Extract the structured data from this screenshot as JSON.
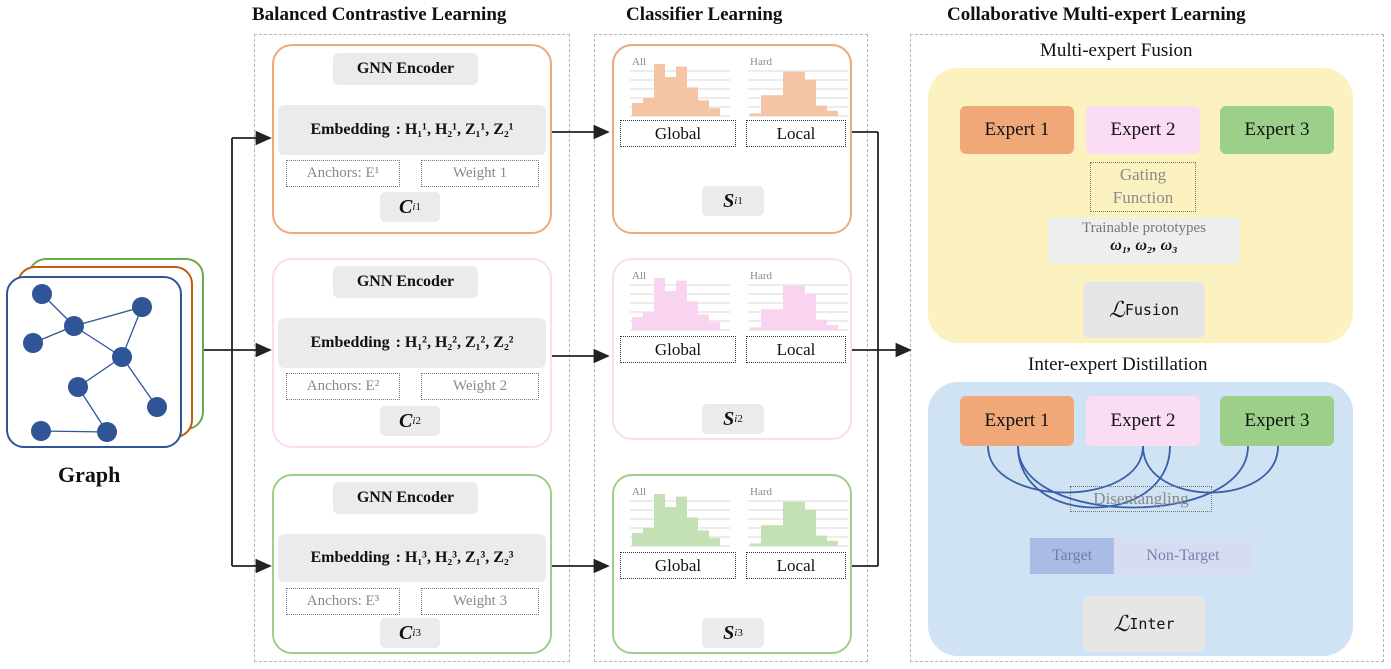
{
  "titles": {
    "balanced": "Balanced Contrastive Learning",
    "classifier": "Classifier Learning",
    "collab": "Collaborative Multi-expert Learning",
    "fusion": "Multi-expert Fusion",
    "distill": "Inter-expert Distillation",
    "graph": "Graph"
  },
  "colors": {
    "expert1": "#f0a878",
    "expert2": "#fadcf5",
    "expert3": "#9cd08a",
    "fusion_bg": "#fbf2c0",
    "distill_bg": "#cfe3f5",
    "node": "#2f5597",
    "hist1": "#f4c4a4",
    "hist2": "#f9d4f1",
    "hist3": "#c4e1b6"
  },
  "branches": [
    {
      "gnn": "GNN Encoder",
      "emb_label": "Embedding",
      "emb_formula": ": H₁¹, H₂¹, Z₁¹, Z₂¹",
      "anchors": "Anchors: E¹",
      "weight": "Weight 1",
      "output": "C",
      "out_sup": "1",
      "out_sub": "i",
      "score": "S",
      "score_sup": "1",
      "score_sub": "i"
    },
    {
      "gnn": "GNN Encoder",
      "emb_label": "Embedding",
      "emb_formula": ": H₁², H₂², Z₁², Z₂²",
      "anchors": "Anchors: E²",
      "weight": "Weight 2",
      "output": "C",
      "out_sup": "2",
      "out_sub": "i",
      "score": "S",
      "score_sup": "2",
      "score_sub": "i"
    },
    {
      "gnn": "GNN Encoder",
      "emb_label": "Embedding",
      "emb_formula": ": H₁³, H₂³, Z₁³, Z₂³",
      "anchors": "Anchors: E³",
      "weight": "Weight 3",
      "output": "C",
      "out_sup": "3",
      "out_sub": "i",
      "score": "S",
      "score_sup": "3",
      "score_sub": "i"
    }
  ],
  "classifier": {
    "all_label": "All",
    "hard_label": "Hard",
    "global": "Global",
    "local": "Local"
  },
  "fusion": {
    "experts": [
      "Expert 1",
      "Expert 2",
      "Expert 3"
    ],
    "gating": "Gating Function",
    "prototypes": "Trainable prototypes",
    "omegas": "ω₁, ω₂, ω₃",
    "loss": "ℒ",
    "loss_sup": "Fusion"
  },
  "distill": {
    "experts": [
      "Expert 1",
      "Expert 2",
      "Expert 3"
    ],
    "disentangling": "Disentangling",
    "target": "Target",
    "non_target": "Non-Target",
    "loss": "ℒ",
    "loss_sup": "Inter"
  }
}
